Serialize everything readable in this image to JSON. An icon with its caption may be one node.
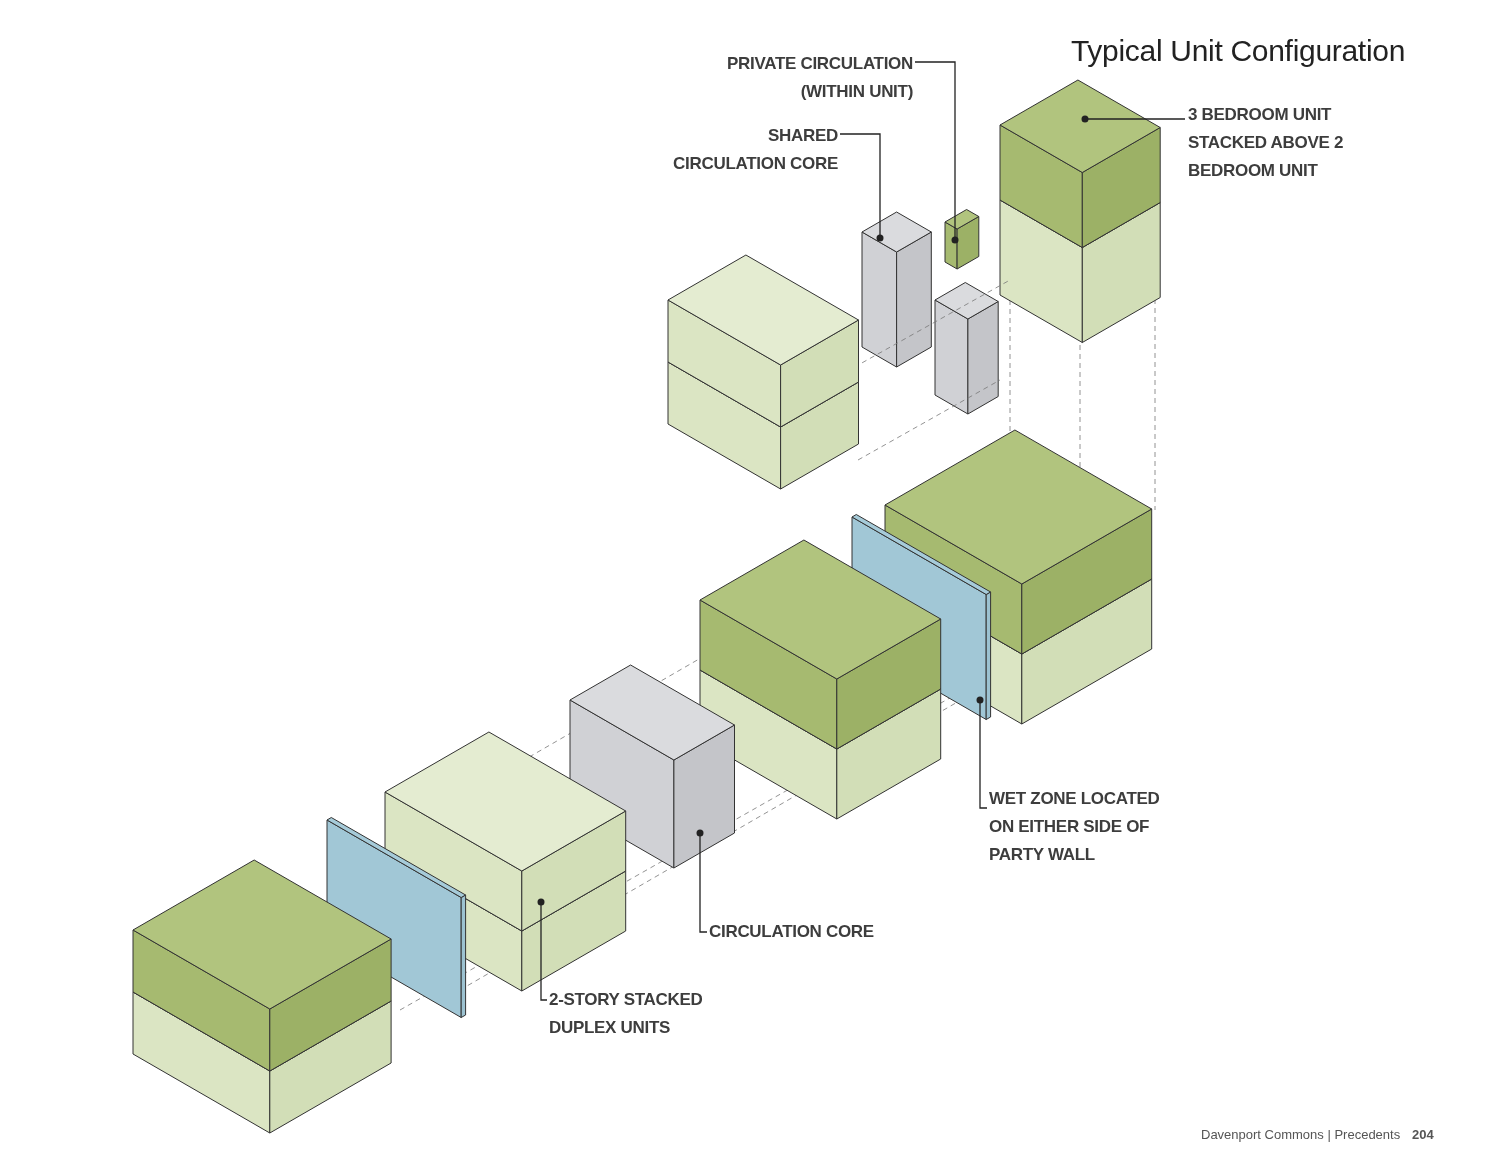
{
  "diagram": {
    "title": "Typical Unit Configuration",
    "nodes": [
      {
        "text": [
          "PRIVATE CIRCULATION (WITHIN UNIT)"
        ]
      },
      {
        "text": [],
        "shape": "block"
      },
      {
        "text": [
          "SHARED CIRCULATION CORE"
        ]
      },
      {
        "text": [],
        "shape": "block"
      },
      {
        "text": [
          "3 BEDROOM UNIT STACKED ABOVE 2 BEDROOM UNIT"
        ]
      },
      {
        "text": [],
        "shape": "block"
      },
      {
        "text": [
          "WET ZONE LOCATED ON EITHER SIDE OF PARTY WALL"
        ]
      },
      {
        "text": [],
        "shape": "block"
      },
      {
        "text": [
          "CIRCULATION CORE"
        ]
      },
      {
        "text": [],
        "shape": "block"
      },
      {
        "text": [
          "2-STORY STACKED DUPLEX UNITS"
        ]
      },
      {
        "text": [],
        "shape": "block"
      },
      {
        "text": [],
        "shape": "block"
      },
      {
        "text": [],
        "shape": "block"
      },
      {
        "text": [],
        "shape": "block"
      },
      {
        "text": [],
        "shape": "block"
      },
      {
        "text": [],
        "shape": "block"
      },
      {
        "text": [],
        "shape": "block"
      }
    ],
    "edges": [
      {
        "from": 0,
        "to": 1,
        "arrow": "other"
      },
      {
        "from": 2,
        "to": 3,
        "arrow": "other"
      },
      {
        "from": 4,
        "to": 5,
        "arrow": "other"
      },
      {
        "from": 6,
        "to": 7,
        "arrow": "other"
      },
      {
        "from": 8,
        "to": 9,
        "arrow": "other"
      },
      {
        "from": 10,
        "to": 11,
        "arrow": "other"
      }
    ],
    "labels": [
      "Davenport Commons | Precedents",
      "204"
    ]
  }
}
